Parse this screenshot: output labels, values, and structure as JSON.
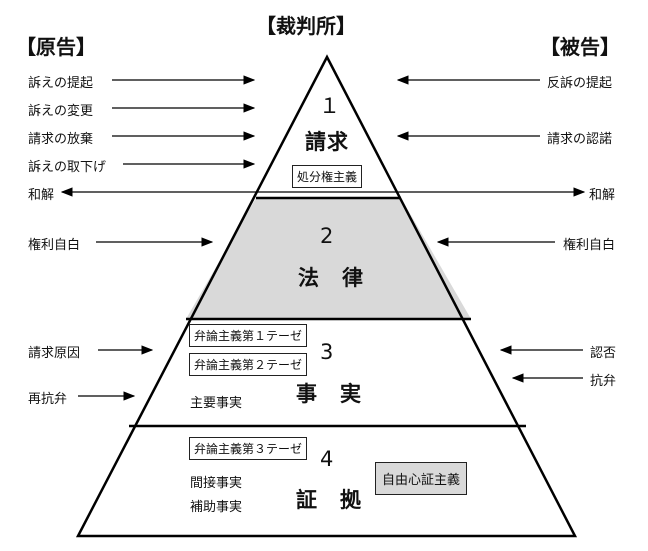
{
  "headers": {
    "plaintiff": "【原告】",
    "court": "【裁判所】",
    "defendant": "【被告】"
  },
  "plaintiff_actions": [
    "訴えの提起",
    "訴えの変更",
    "請求の放棄",
    "訴えの取下げ",
    "和解",
    "権利自白",
    "請求原因",
    "再抗弁"
  ],
  "defendant_actions": [
    "反訴の提起",
    "請求の認諾",
    "和解",
    "権利自白",
    "認否",
    "抗弁"
  ],
  "levels": [
    {
      "number": "１",
      "name": "請求",
      "tags": [
        "処分権主義"
      ],
      "items": []
    },
    {
      "number": "2",
      "name": "法　律",
      "tags": [],
      "items": []
    },
    {
      "number": "3",
      "name": "事　実",
      "tags": [
        "弁論主義第１テーゼ",
        "弁論主義第２テーゼ"
      ],
      "items": [
        "主要事実"
      ]
    },
    {
      "number": "4",
      "name": "証　拠",
      "tags": [
        "弁論主義第３テーゼ"
      ],
      "items": [
        "間接事実",
        "補助事実"
      ],
      "principle": "自由心証主義"
    }
  ],
  "colors": {
    "level2_fill": "#d9d9d9",
    "principle_fill": "#d9d9d9",
    "line": "#000000"
  }
}
